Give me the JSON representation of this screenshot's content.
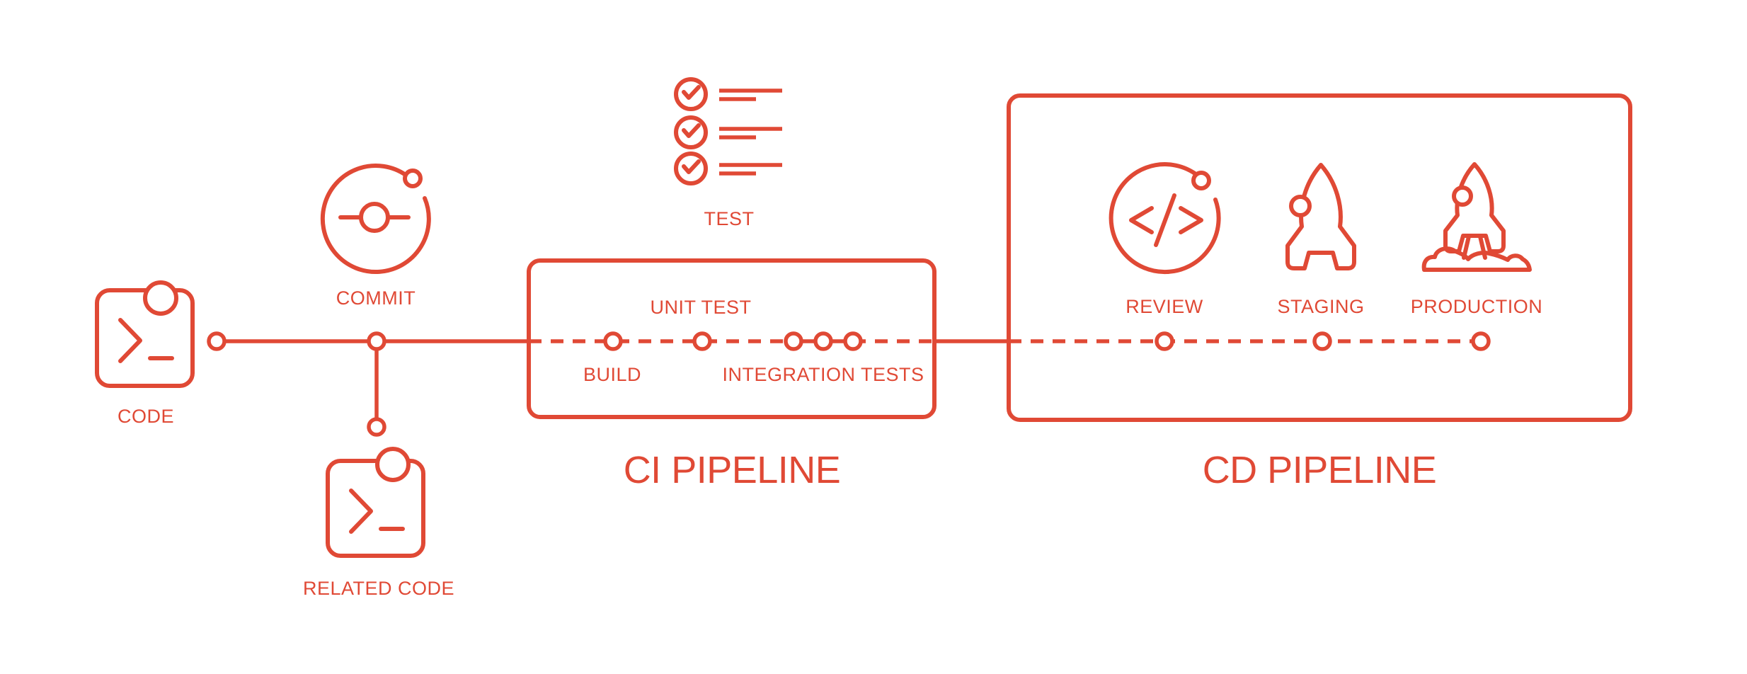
{
  "diagram": {
    "colors": {
      "accent": "#E04935",
      "background": "#FFFFFF"
    },
    "labels": {
      "code": "CODE",
      "commit": "COMMIT",
      "related_code": "RELATED CODE",
      "test": "TEST",
      "unit_test": "UNIT TEST",
      "build": "BUILD",
      "integration_tests": "INTEGRATION TESTS",
      "review": "REVIEW",
      "staging": "STAGING",
      "production": "PRODUCTION"
    },
    "titles": {
      "ci": "CI PIPELINE",
      "cd": "CD PIPELINE"
    },
    "icons": {
      "code": "terminal-window-icon",
      "related_code": "terminal-window-icon",
      "commit": "commit-orbit-icon",
      "test": "checklist-icon",
      "review": "code-review-orbit-icon",
      "staging": "rocket-icon",
      "production": "rocket-launch-icon"
    }
  }
}
